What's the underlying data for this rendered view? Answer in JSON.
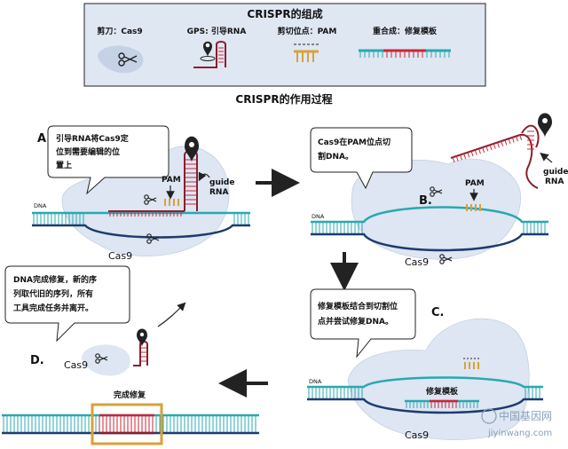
{
  "legend": {
    "title": "CRISPR的组成",
    "items": [
      {
        "label": "剪刀：Cas9"
      },
      {
        "label": "GPS: 引导RNA"
      },
      {
        "label": "剪切位点：PAM"
      },
      {
        "label": "重合成：修复模板"
      }
    ]
  },
  "process_title": "CRISPR的作用过程",
  "panels": {
    "A": {
      "letter": "A.",
      "bubble": [
        "引导RNA将Cas9定",
        "位到需要编辑的位",
        "置上"
      ],
      "pam": "PAM",
      "guide": [
        "guide",
        "RNA"
      ],
      "dna": "DNA",
      "cas9": "Cas9"
    },
    "B": {
      "letter": "B.",
      "bubble": [
        "Cas9在PAM位点切",
        "割DNA。"
      ],
      "pam": "PAM",
      "guide": [
        "guide",
        "RNA"
      ],
      "dna": "DNA",
      "cas9": "Cas9"
    },
    "C": {
      "letter": "C.",
      "bubble": [
        "修复模板结合到切割位",
        "点并尝试修复DNA。"
      ],
      "template": "修复模板",
      "dna": "DNA",
      "cas9": "Cas9"
    },
    "D": {
      "letter": "D.",
      "bubble": [
        "DNA完成修复，新的序",
        "列取代旧的序列，所有",
        "工具完成任务并离开。"
      ],
      "cas9": "Cas9",
      "repaired": "完成修复"
    }
  },
  "watermark": {
    "cn": "中国基因网",
    "url": "jiyinwang.com"
  },
  "colors": {
    "teal": "#2aa8b0",
    "navy": "#1f3b6e",
    "red": "#c9263a",
    "maroon": "#8a1f2e",
    "gold": "#d9a13a",
    "blob": "#dde6f2"
  }
}
